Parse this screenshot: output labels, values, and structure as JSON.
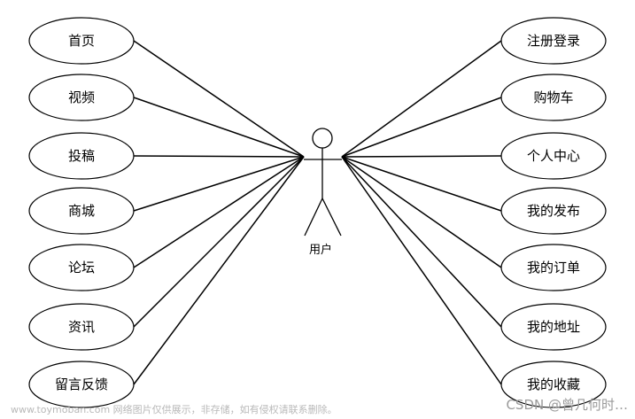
{
  "actor": {
    "label": "用户"
  },
  "left_use_cases": [
    "首页",
    "视频",
    "投稿",
    "商城",
    "论坛",
    "资讯",
    "留言反馈"
  ],
  "right_use_cases": [
    "注册登录",
    "购物车",
    "个人中心",
    "我的发布",
    "我的订单",
    "我的地址",
    "我的收藏"
  ],
  "watermark": {
    "left_text": "www.toymoban.com 网络图片仅供展示，非存储，如有侵权请联系删除。",
    "right_text": "CSDN @曾几何时…"
  }
}
